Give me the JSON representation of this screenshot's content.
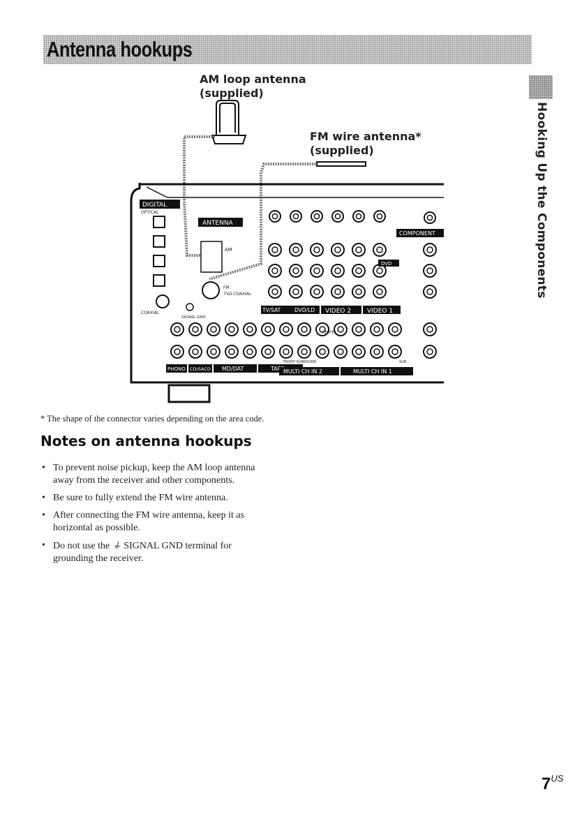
{
  "header": {
    "title": "Antenna hookups"
  },
  "side_tab": {
    "text": "Hooking Up the Components"
  },
  "labels": {
    "am_line1": "AM loop antenna",
    "am_line2": "(supplied)",
    "fm_line1": "FM wire antenna*",
    "fm_line2": "(supplied)"
  },
  "panel": {
    "digital": "DIGITAL",
    "optical": "OPTICAL",
    "antenna": "ANTENNA",
    "am": "AM",
    "fm": "FM",
    "fm_sub": "75Ω COAXIAL",
    "signal_gnd": "SIGNAL GND",
    "coaxial": "COAXIAL",
    "component": "COMPONENT",
    "dvd": "DVD",
    "tv_sat": "TV/SAT",
    "dvd_ld": "DVD/LD",
    "video2": "VIDEO 2",
    "video1": "VIDEO 1",
    "phono": "PHONO",
    "cd_sacd": "CD/SACD",
    "md_dat": "MD/DAT",
    "tape": "TAPE",
    "multi2": "MULTI CH IN 2",
    "multi1": "MULTI CH IN 1",
    "front_surround": "FRONT SURROUND",
    "center": "CENTER",
    "sub": "SUB"
  },
  "footnote": "* The shape of the connector varies depending on the area code.",
  "notes": {
    "title": "Notes on antenna hookups",
    "items": [
      "To prevent noise pickup, keep the AM loop antenna away from the receiver and other components.",
      "Be sure to fully extend the FM wire antenna.",
      "After connecting the FM wire antenna, keep it as horizontal as possible."
    ],
    "gnd_item_before": "Do not use the",
    "gnd_symbol": "⏚",
    "gnd_item_after": "SIGNAL GND terminal for grounding the receiver."
  },
  "page_number": {
    "num": "7",
    "suffix": "US"
  }
}
